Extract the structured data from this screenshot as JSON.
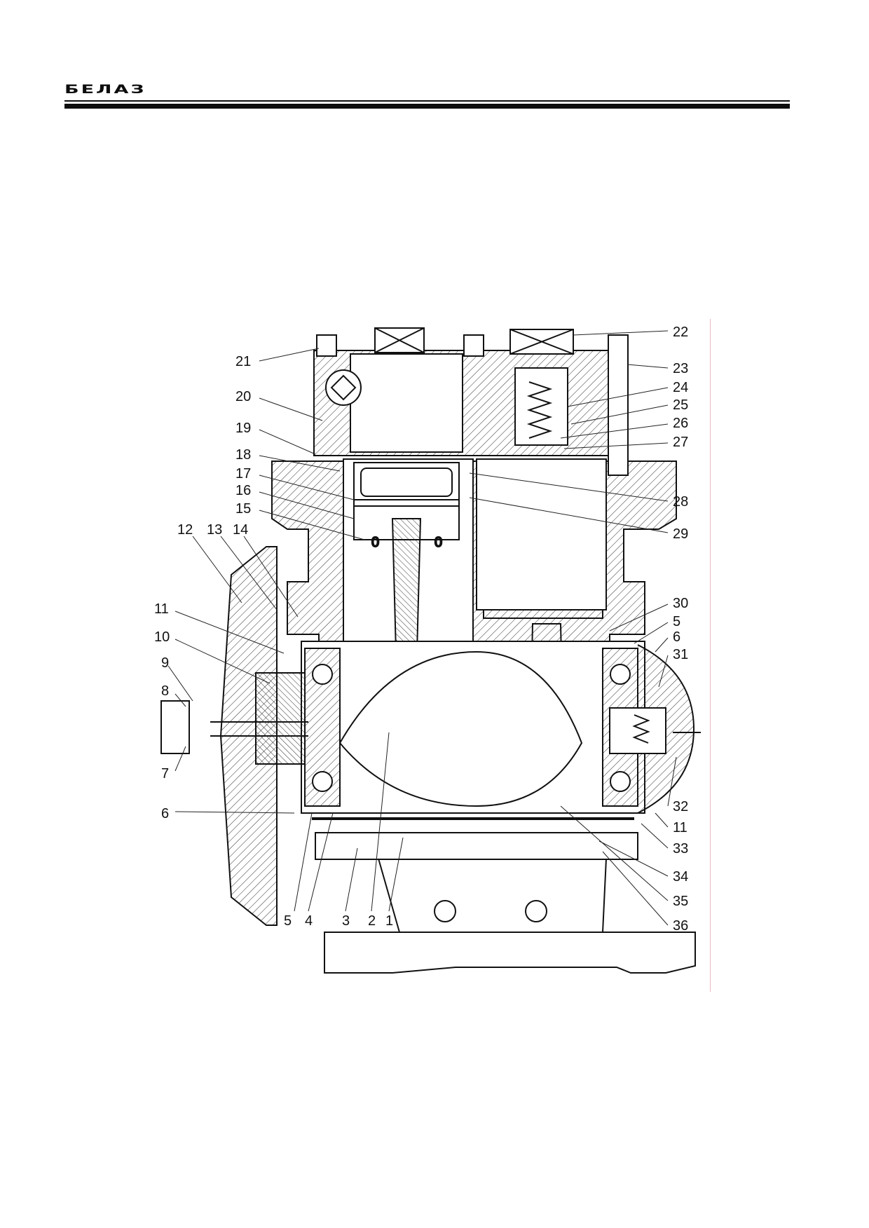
{
  "header": {
    "logo_text": "БЕЛАЗ"
  },
  "figure": {
    "callouts": [
      {
        "id": "c21",
        "text": "21"
      },
      {
        "id": "c20",
        "text": "20"
      },
      {
        "id": "c19",
        "text": "19"
      },
      {
        "id": "c18",
        "text": "18"
      },
      {
        "id": "c17",
        "text": "17"
      },
      {
        "id": "c16",
        "text": "16"
      },
      {
        "id": "c15",
        "text": "15"
      },
      {
        "id": "c12",
        "text": "12"
      },
      {
        "id": "c13",
        "text": "13"
      },
      {
        "id": "c14",
        "text": "14"
      },
      {
        "id": "c11a",
        "text": "11"
      },
      {
        "id": "c10",
        "text": "10"
      },
      {
        "id": "c9",
        "text": "9"
      },
      {
        "id": "c8",
        "text": "8"
      },
      {
        "id": "c7",
        "text": "7"
      },
      {
        "id": "c6a",
        "text": "6"
      },
      {
        "id": "c5a",
        "text": "5"
      },
      {
        "id": "c4",
        "text": "4"
      },
      {
        "id": "c3",
        "text": "3"
      },
      {
        "id": "c2",
        "text": "2"
      },
      {
        "id": "c1",
        "text": "1"
      },
      {
        "id": "c22",
        "text": "22"
      },
      {
        "id": "c23",
        "text": "23"
      },
      {
        "id": "c24",
        "text": "24"
      },
      {
        "id": "c25",
        "text": "25"
      },
      {
        "id": "c26",
        "text": "26"
      },
      {
        "id": "c27",
        "text": "27"
      },
      {
        "id": "c28",
        "text": "28"
      },
      {
        "id": "c29",
        "text": "29"
      },
      {
        "id": "c30",
        "text": "30"
      },
      {
        "id": "c5b",
        "text": "5"
      },
      {
        "id": "c6b",
        "text": "6"
      },
      {
        "id": "c31",
        "text": "31"
      },
      {
        "id": "c32",
        "text": "32"
      },
      {
        "id": "c11b",
        "text": "11"
      },
      {
        "id": "c33",
        "text": "33"
      },
      {
        "id": "c34",
        "text": "34"
      },
      {
        "id": "c35",
        "text": "35"
      },
      {
        "id": "c36",
        "text": "36"
      }
    ],
    "piston_marks": [
      "0",
      "0"
    ]
  }
}
